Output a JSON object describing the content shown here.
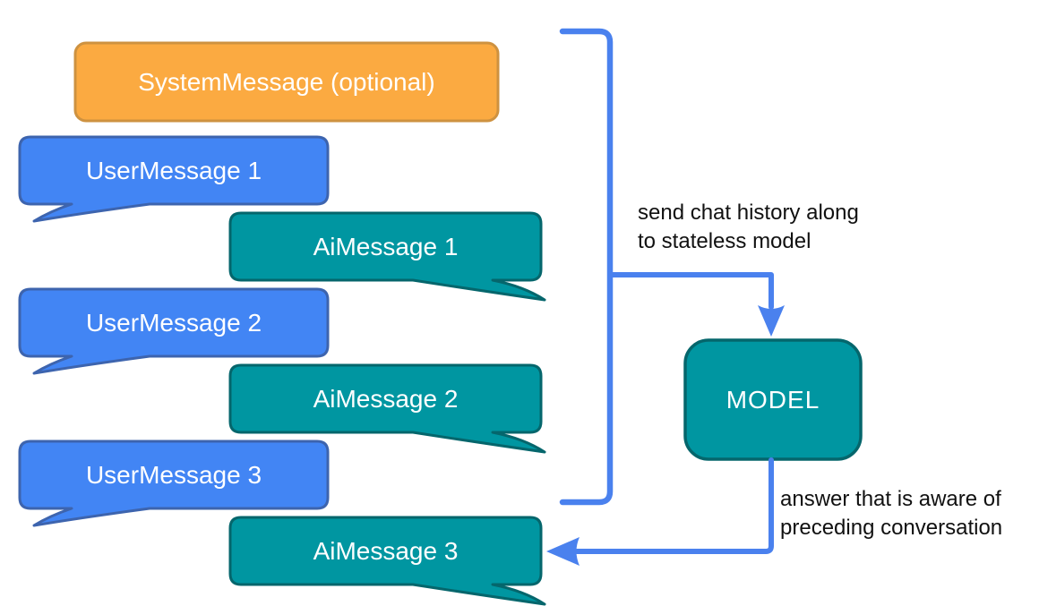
{
  "diagram": {
    "messages": {
      "system": {
        "label": "SystemMessage (optional)"
      },
      "user": [
        {
          "label": "UserMessage 1"
        },
        {
          "label": "UserMessage 2"
        },
        {
          "label": "UserMessage 3"
        }
      ],
      "ai": [
        {
          "label": "AiMessage 1"
        },
        {
          "label": "AiMessage 2"
        },
        {
          "label": "AiMessage 3"
        }
      ]
    },
    "model": {
      "label": "MODEL"
    },
    "annotations": {
      "send": "send chat history along\nto stateless model",
      "answer": "answer that is aware of\npreceding conversation"
    }
  },
  "colors": {
    "background": "#FFFFFF",
    "system_fill": "#FBAA41",
    "system_stroke": "#CE9240",
    "user_fill": "#4285F4",
    "user_stroke": "#3D64AE",
    "ai_fill": "#0096A1",
    "ai_stroke": "#05666C",
    "arrow": "#4A81EE",
    "bubble_text": "#FFFFFF",
    "annotation_text": "#111111"
  }
}
